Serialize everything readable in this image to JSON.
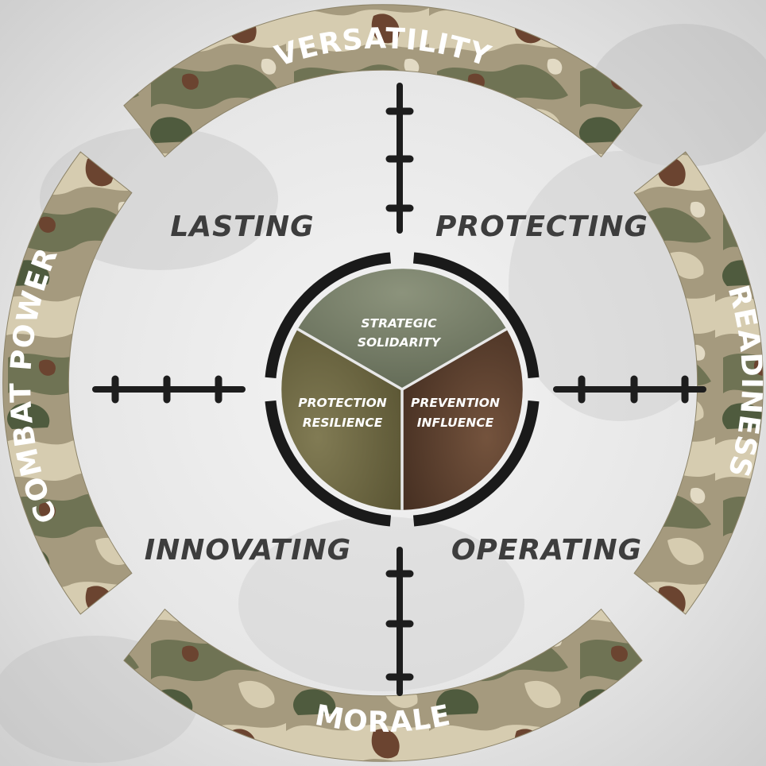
{
  "ring": {
    "top": "VERSATILITY",
    "right": "READINESS",
    "bottom": "MORALE",
    "left": "COMBAT POWER"
  },
  "quadrants": {
    "top_left": "LASTING",
    "top_right": "PROTECTING",
    "bottom_left": "INNOVATING",
    "bottom_right": "OPERATING"
  },
  "core": {
    "top": {
      "line1": "STRATEGIC",
      "line2": "SOLIDARITY"
    },
    "left": {
      "line1": "PROTECTION",
      "line2": "RESILIENCE"
    },
    "right": {
      "line1": "PREVENTION",
      "line2": "INFLUENCE"
    }
  },
  "colors": {
    "camo_base": "#a59a7e",
    "camo_light": "#d6ccb0",
    "camo_olive": "#6f7354",
    "camo_brown": "#6b4430",
    "camo_green": "#4f5b3e",
    "sector_top": "#79806b",
    "sector_left": "#6f6a48",
    "sector_right": "#5f4331",
    "crosshair": "#1d1d1d"
  }
}
